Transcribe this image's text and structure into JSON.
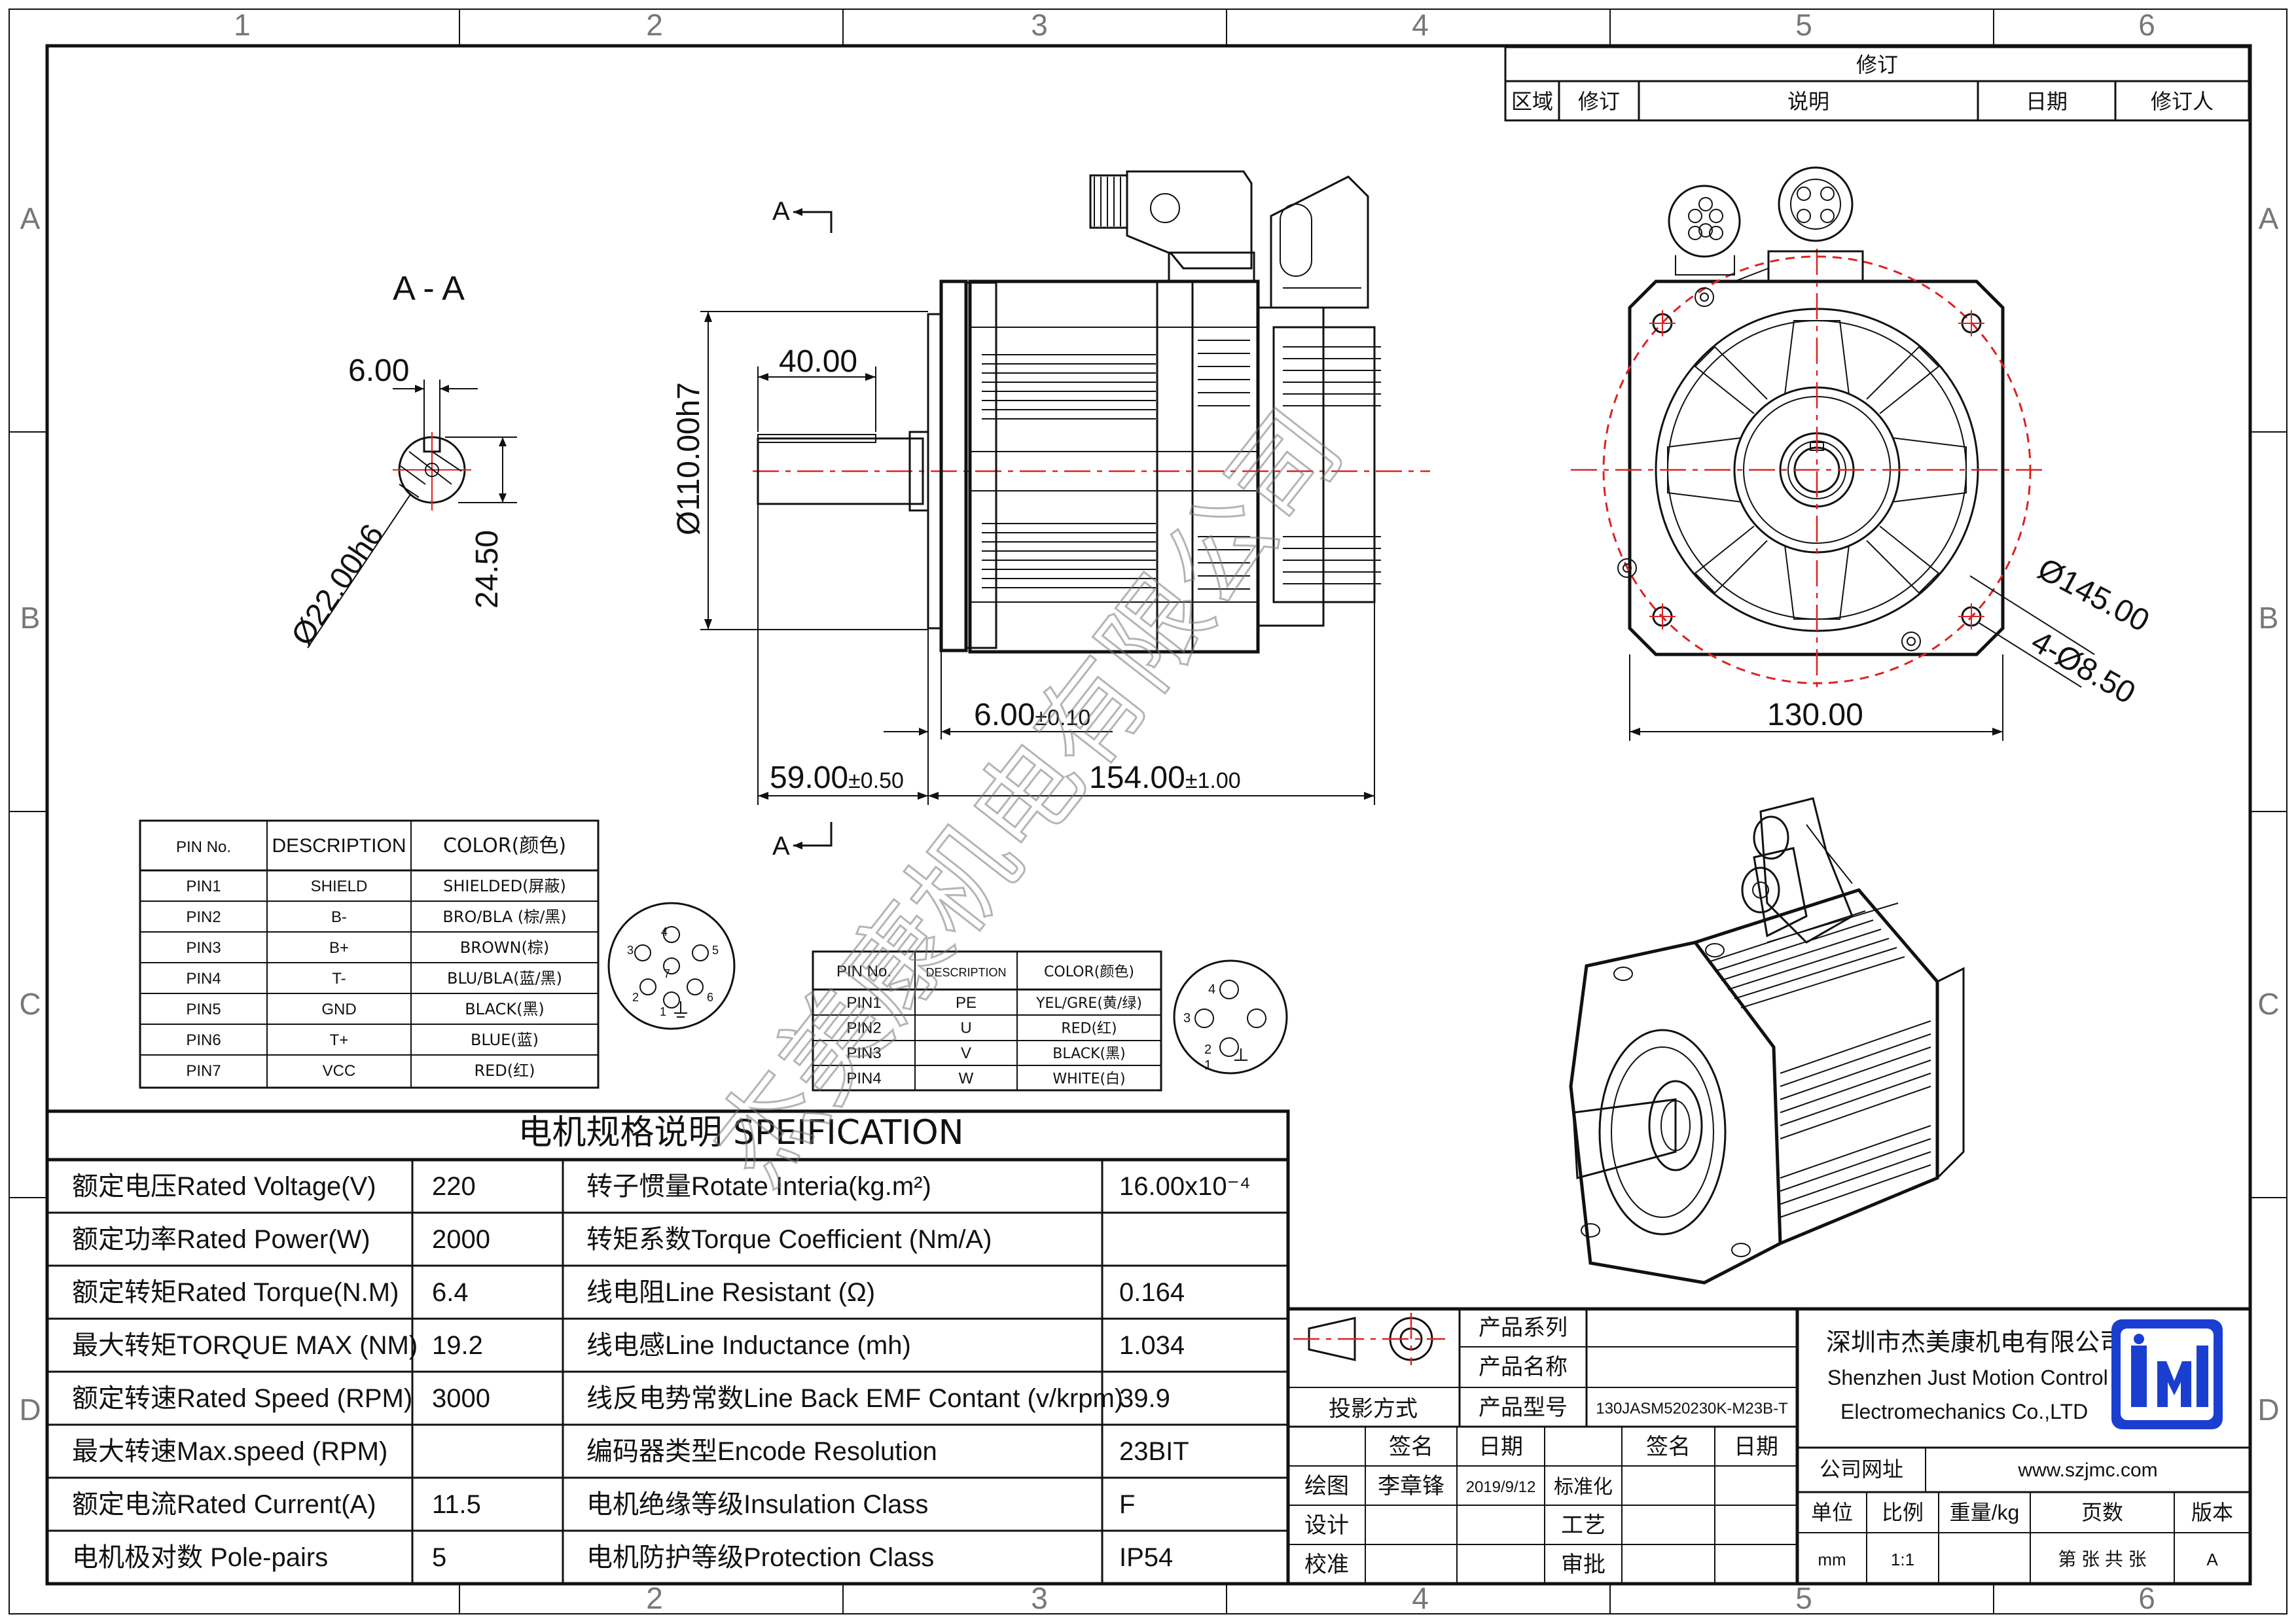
{
  "zones": {
    "columns": [
      "1",
      "2",
      "3",
      "4",
      "5",
      "6"
    ],
    "rows": [
      "A",
      "B",
      "C",
      "D"
    ]
  },
  "revision": {
    "title": "修订",
    "headers": [
      "区域",
      "修订",
      "说明",
      "日期",
      "修订人"
    ]
  },
  "section_view": {
    "title": "A - A",
    "key_width": "6.00",
    "shaft_dia": "Ø22.00h6",
    "key_depth": "24.50"
  },
  "side_view": {
    "section_mark_top": "A",
    "section_mark_bottom": "A",
    "flange_dia": "Ø110.00h7",
    "key_length": "40.00",
    "flange_thk": "6.00",
    "flange_thk_tol": "±0.10",
    "shaft_len": "59.00",
    "shaft_len_tol": "±0.50",
    "body_len": "154.00",
    "body_len_tol": "±1.00"
  },
  "front_view": {
    "pcd": "Ø145.00",
    "holes": "4-Ø8.50",
    "square": "130.00"
  },
  "encoder_table": {
    "headers": [
      "PIN No.",
      "DESCRIPTION",
      "COLOR(颜色)"
    ],
    "rows": [
      [
        "PIN1",
        "SHIELD",
        "SHIELDED(屏蔽)"
      ],
      [
        "PIN2",
        "B-",
        "BRO/BLA (棕/黑)"
      ],
      [
        "PIN3",
        "B+",
        "BROWN(棕)"
      ],
      [
        "PIN4",
        "T-",
        "BLU/BLA(蓝/黑)"
      ],
      [
        "PIN5",
        "GND",
        "BLACK(黑)"
      ],
      [
        "PIN6",
        "T+",
        "BLUE(蓝)"
      ],
      [
        "PIN7",
        "VCC",
        "RED(红)"
      ]
    ],
    "connector_pins": [
      "1",
      "2",
      "3",
      "4",
      "5",
      "6",
      "7"
    ]
  },
  "power_table": {
    "headers": [
      "PIN No.",
      "DESCRIPTION",
      "COLOR(颜色)"
    ],
    "rows": [
      [
        "PIN1",
        "PE",
        "YEL/GRE(黄/绿)"
      ],
      [
        "PIN2",
        "U",
        "RED(红)"
      ],
      [
        "PIN3",
        "V",
        "BLACK(黑)"
      ],
      [
        "PIN4",
        "W",
        "WHITE(白)"
      ]
    ],
    "connector_pins": [
      "1",
      "2",
      "3",
      "4"
    ]
  },
  "spec": {
    "title": "电机规格说明 SPEIFICATION",
    "rows": [
      [
        "额定电压Rated Voltage(V)",
        "220",
        "转子惯量Rotate Interia(kg.m²)",
        "16.00x10⁻⁴"
      ],
      [
        "额定功率Rated Power(W)",
        "2000",
        "转矩系数Torque Coefficient (Nm/A)",
        ""
      ],
      [
        "额定转矩Rated Torque(N.M)",
        "6.4",
        "线电阻Line Resistant (Ω)",
        "0.164"
      ],
      [
        "最大转矩TORQUE MAX (NM)",
        "19.2",
        "线电感Line Inductance (mh)",
        "1.034"
      ],
      [
        "额定转速Rated Speed (RPM)",
        "3000",
        "线反电势常数Line Back EMF Contant (v/krpm)",
        "39.9"
      ],
      [
        "最大转速Max.speed (RPM)",
        "",
        "编码器类型Encode Resolution",
        "23BIT"
      ],
      [
        "额定电流Rated Current(A)",
        "11.5",
        "电机绝缘等级Insulation Class",
        "F"
      ],
      [
        "电机极对数 Pole-pairs",
        "5",
        "电机防护等级Protection Class",
        "IP54"
      ]
    ]
  },
  "title_block": {
    "projection_label": "投影方式",
    "series_label": "产品系列",
    "series_value": "",
    "name_label": "产品名称",
    "name_value": "",
    "model_label": "产品型号",
    "model_value": "130JASM520230K-M23B-T",
    "sign_header": "签名",
    "date_header": "日期",
    "sign_header2": "签名",
    "date_header2": "日期",
    "draw_label": "绘图",
    "draw_name": "李章锋",
    "draw_date": "2019/9/12",
    "std_label": "标准化",
    "design_label": "设计",
    "craft_label": "工艺",
    "check_label": "校准",
    "approve_label": "审批",
    "company_cn": "深圳市杰美康机电有限公司",
    "company_en1": "Shenzhen Just Motion Control",
    "company_en2": "Electromechanics Co.,LTD",
    "website_label": "公司网址",
    "website": "www.szjmc.com",
    "unit_label": "单位",
    "unit": "mm",
    "scale_label": "比例",
    "scale": "1:1",
    "weight_label": "重量/kg",
    "weight": "",
    "pages_label": "页数",
    "pages": "第 张 共 张",
    "version_label": "版本",
    "version": "A"
  },
  "watermark": "杰美康机电有限公司",
  "colors": {
    "line": "#111111",
    "centerline": "#dd2222",
    "logo": "#1a3fd0"
  }
}
